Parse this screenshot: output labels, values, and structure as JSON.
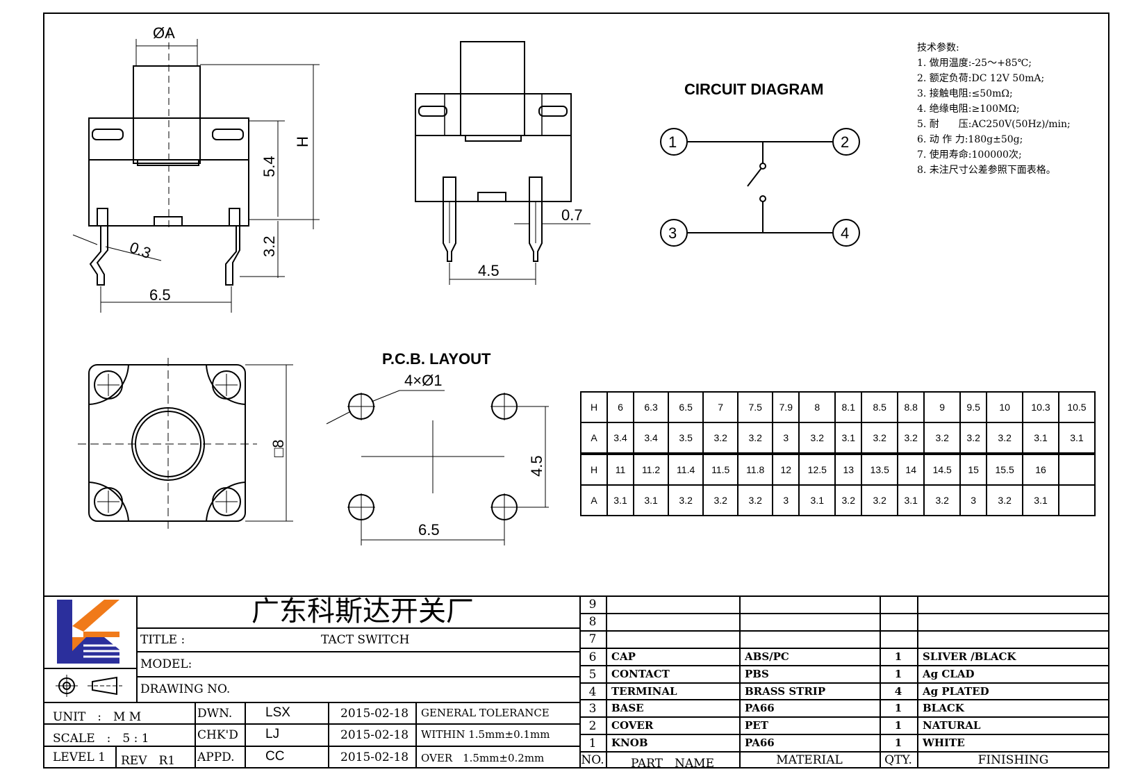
{
  "views": {
    "side": {
      "dia_label": "ØA",
      "h_label": "H",
      "dim_54": "5.4",
      "dim_32": "3.2",
      "dim_03": "0.3",
      "dim_65": "6.5"
    },
    "front": {
      "dim_07": "0.7",
      "dim_45": "4.5"
    },
    "top": {
      "dim_square": "□8"
    },
    "pcb": {
      "title": "P.C.B. LAYOUT",
      "holes": "4×Ø1",
      "dim_45": "4.5",
      "dim_65": "6.5"
    }
  },
  "circuit": {
    "title": "CIRCUIT DIAGRAM",
    "pins": [
      "1",
      "2",
      "3",
      "4"
    ]
  },
  "spec": {
    "title": "技术参数:",
    "items": [
      "1. 做用温度:-25～+85℃;",
      "2. 额定负荷:DC 12V 50mA;",
      "3. 接触电阻:≤50mΩ;",
      "4. 绝缘电阻:≥100MΩ;",
      "5. 耐　　压:AC250V(50Hz)/min;",
      "6. 动 作 力:180g±50g;",
      "7. 使用寿命:100000次;",
      "8. 未注尺寸公差参照下面表格。"
    ]
  },
  "dim_table": {
    "rows": [
      [
        "H",
        "6",
        "6.3",
        "6.5",
        "7",
        "7.5",
        "7.9",
        "8",
        "8.1",
        "8.5",
        "8.8",
        "9",
        "9.5",
        "10",
        "10.3",
        "10.5"
      ],
      [
        "A",
        "3.4",
        "3.4",
        "3.5",
        "3.2",
        "3.2",
        "3",
        "3.2",
        "3.1",
        "3.2",
        "3.2",
        "3.2",
        "3.2",
        "3.2",
        "3.1",
        "3.1"
      ],
      [
        "H",
        "11",
        "11.2",
        "11.4",
        "11.5",
        "11.8",
        "12",
        "12.5",
        "13",
        "13.5",
        "14",
        "14.5",
        "15",
        "15.5",
        "16",
        ""
      ],
      [
        "A",
        "3.1",
        "3.1",
        "3.2",
        "3.2",
        "3.2",
        "3",
        "3.1",
        "3.2",
        "3.2",
        "3.1",
        "3.2",
        "3",
        "3.2",
        "3.1",
        ""
      ]
    ]
  },
  "title_block": {
    "company": "广东科斯达开关厂",
    "title_label": "TITLE :",
    "title_value": "TACT SWITCH",
    "model_label": "MODEL:",
    "drawing_label": "DRAWING NO.",
    "unit_label": "UNIT　:　M M",
    "scale_label": "SCALE　:　5 : 1",
    "level_label": "LEVEL 1",
    "rev_label": "REV　R1",
    "dwn_label": "DWN.",
    "dwn_name": "LSX",
    "dwn_date": "2015-02-18",
    "chk_label": "CHK'D",
    "chk_name": "LJ",
    "chk_date": "2015-02-18",
    "appd_label": "APPD.",
    "appd_name": "CC",
    "appd_date": "2015-02-18",
    "tol1": "GENERAL TOLERANCE",
    "tol2": "WITHIN 1.5mm±0.1mm",
    "tol3": "OVER　1.5mm±0.2mm"
  },
  "parts": {
    "header": {
      "no": "NO.",
      "name": "PART　NAME",
      "material": "MATERIAL",
      "qty": "QTY.",
      "finishing": "FINISHING"
    },
    "empty_rows": [
      "9",
      "8",
      "7"
    ],
    "rows": [
      {
        "no": "6",
        "name": "CAP",
        "material": "ABS/PC",
        "qty": "1",
        "finishing": "SLIVER /BLACK"
      },
      {
        "no": "5",
        "name": "CONTACT",
        "material": "PBS",
        "qty": "1",
        "finishing": "Ag CLAD"
      },
      {
        "no": "4",
        "name": "TERMINAL",
        "material": "BRASS STRIP",
        "qty": "4",
        "finishing": "Ag PLATED"
      },
      {
        "no": "3",
        "name": "BASE",
        "material": "PA66",
        "qty": "1",
        "finishing": "BLACK"
      },
      {
        "no": "2",
        "name": "COVER",
        "material": "PET",
        "qty": "1",
        "finishing": "NATURAL"
      },
      {
        "no": "1",
        "name": "KNOB",
        "material": "PA66",
        "qty": "1",
        "finishing": "WHITE"
      }
    ]
  },
  "logo_colors": {
    "blue": "#2b2f9c",
    "orange": "#f07a1a"
  }
}
